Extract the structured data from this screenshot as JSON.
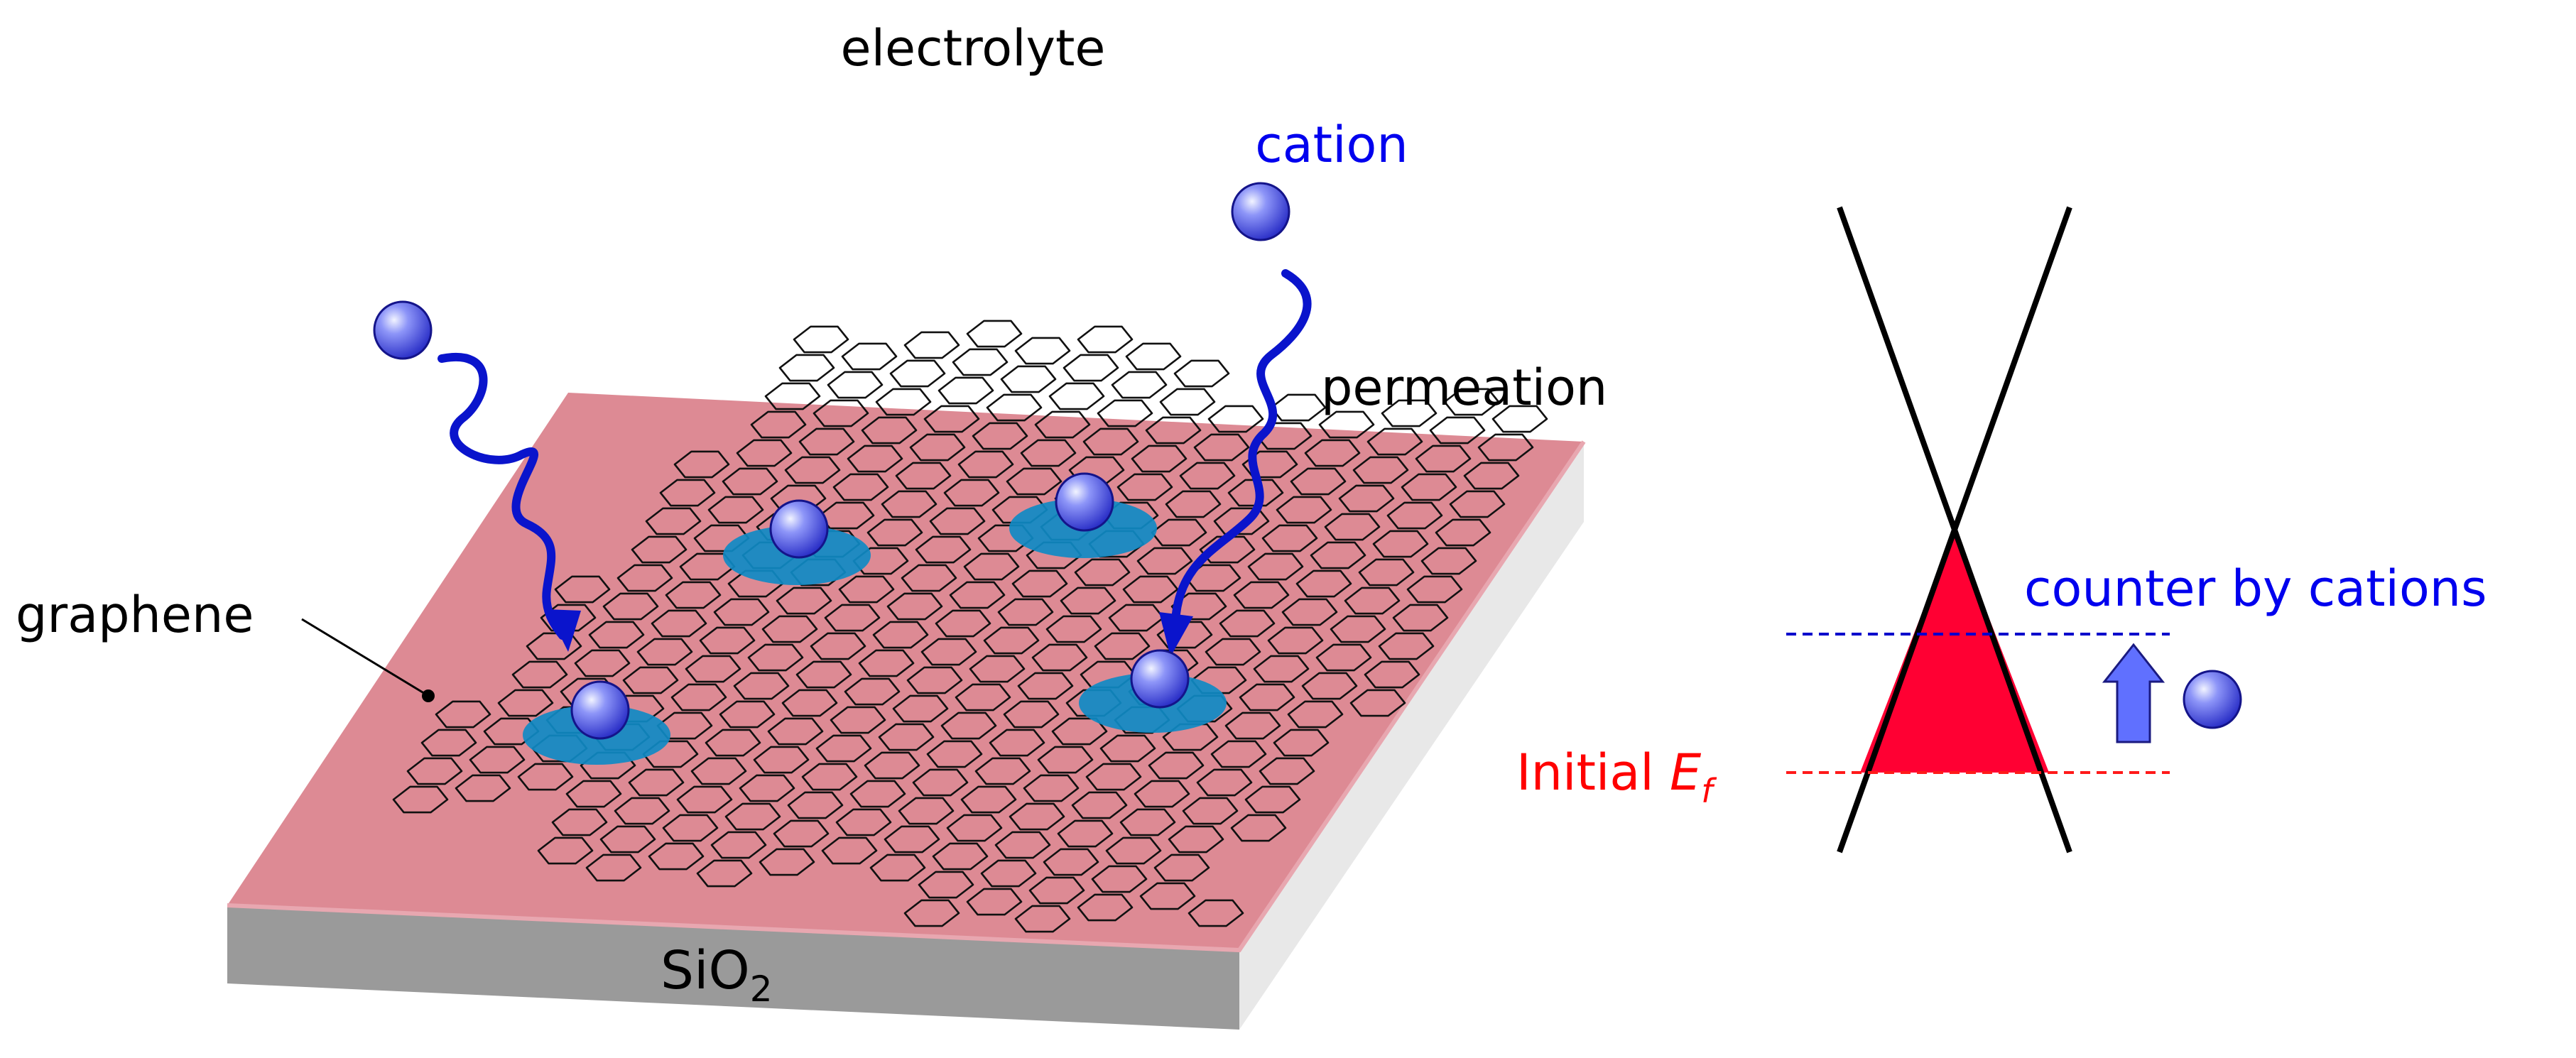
{
  "labels": {
    "electrolyte": "electrolyte",
    "cation": "cation",
    "permeation": "permeation",
    "graphene": "graphene",
    "substrate_main": "SiO",
    "substrate_sub": "2",
    "counter": "counter by cations",
    "initial": "Initial ",
    "ef_main": "E",
    "ef_sub": "f"
  },
  "colors": {
    "substrate_top": "#dd8a94",
    "substrate_side": "#9a9a9a",
    "substrate_edge": "#e6e6e6",
    "cation": "#5c64e8",
    "arrow": "#0a14cc",
    "shadow": "#0f8ac4",
    "fill_red": "#ff0033",
    "label_red": "#ff0000",
    "label_blue": "#0000ee",
    "up_arrow": "#6070ff"
  }
}
